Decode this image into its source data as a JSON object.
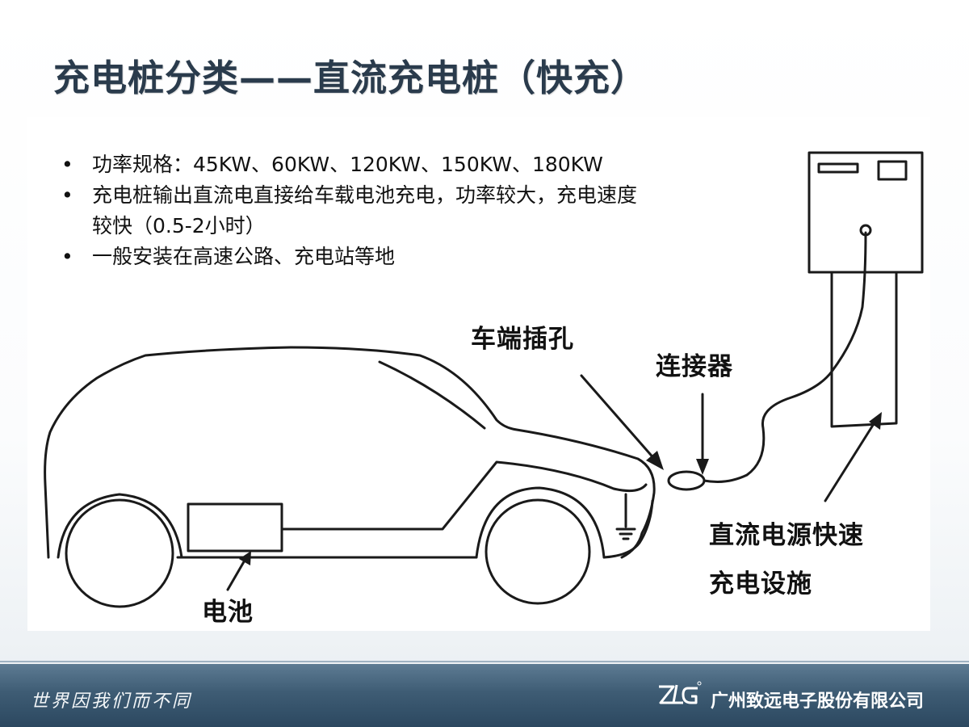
{
  "slide": {
    "title": "充电桩分类——直流充电桩（快充）",
    "bullets": [
      {
        "marker": "•",
        "text": "功率规格：45KW、60KW、120KW、150KW、180KW"
      },
      {
        "marker": "•",
        "text": "充电桩输出直流电直接给车载电池充电，功率较大，充电速度较快（0.5-2小时）"
      },
      {
        "marker": "•",
        "text": "一般安装在高速公路、充电站等地"
      }
    ]
  },
  "diagram": {
    "labels": {
      "inlet": "车端插孔",
      "connector": "连接器",
      "battery": "电池",
      "facility_line1": "直流电源快速",
      "facility_line2": "充电设施"
    }
  },
  "footer": {
    "slogan": "世界因我们而不同",
    "company": "广州致远电子股份有限公司",
    "logo_icon": "zlg-logo-icon"
  },
  "colors": {
    "title": "#2a3b4c",
    "footer": "#3e5c74"
  }
}
